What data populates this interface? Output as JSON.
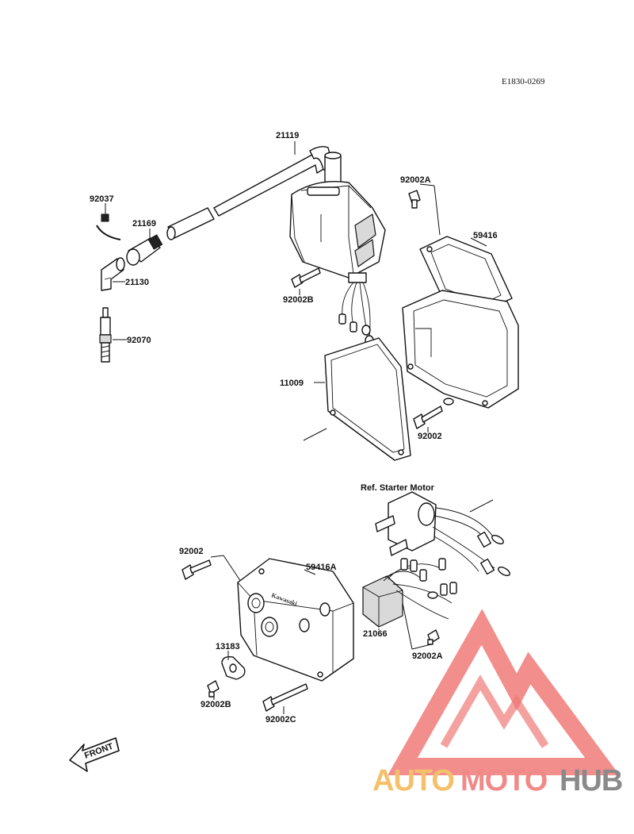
{
  "diagram": {
    "code": "E1830-0269",
    "ref_note": "Ref. Starter Motor",
    "front_label": "FRONT",
    "brand_stamp": "Kawasaki",
    "parts": {
      "p21119": "21119",
      "p92037": "92037",
      "p21169": "21169",
      "p21130": "21130",
      "p92070": "92070",
      "p92002B_top": "92002B",
      "p92002A_top": "92002A",
      "p59416": "59416",
      "p11009": "11009",
      "p92002_top": "92002",
      "p92002_bottom": "92002",
      "p59416A": "59416A",
      "p13183": "13183",
      "p92002B_bottom": "92002B",
      "p92002C": "92002C",
      "p21066": "21066",
      "p92002A_bottom": "92002A"
    }
  },
  "watermark": {
    "part1": "AUTO",
    "part2": "MOTO",
    "part3": "HUB",
    "colors": {
      "auto": "#f5c06a",
      "moto": "#f08a88",
      "hub": "#8a8a8a",
      "triangle": "#f07a78"
    }
  }
}
